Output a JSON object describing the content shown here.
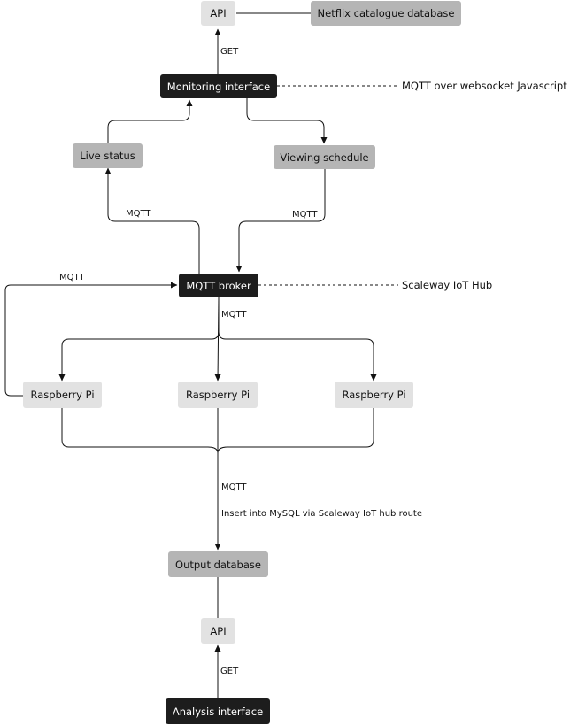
{
  "nodes": {
    "api_top": "API",
    "netflix_db": "Netflix catalogue database",
    "monitoring_interface": "Monitoring interface",
    "live_status": "Live status",
    "viewing_schedule": "Viewing schedule",
    "mqtt_broker": "MQTT broker",
    "raspberry_pi_left": "Raspberry Pi",
    "raspberry_pi_center": "Raspberry Pi",
    "raspberry_pi_right": "Raspberry Pi",
    "output_database": "Output database",
    "api_bottom": "API",
    "analysis_interface": "Analysis interface"
  },
  "edge_labels": {
    "get_top": "GET",
    "mqtt_live_status": "MQTT",
    "mqtt_viewing_schedule": "MQTT",
    "mqtt_pi_loop": "MQTT",
    "mqtt_broker_down": "MQTT",
    "mqtt_to_output": "MQTT",
    "insert_note": "Insert into MySQL via Scaleway IoT hub route",
    "get_bottom": "GET"
  },
  "annotations": {
    "monitoring_note": "MQTT over websocket Javascript",
    "broker_note": "Scaleway IoT Hub"
  }
}
